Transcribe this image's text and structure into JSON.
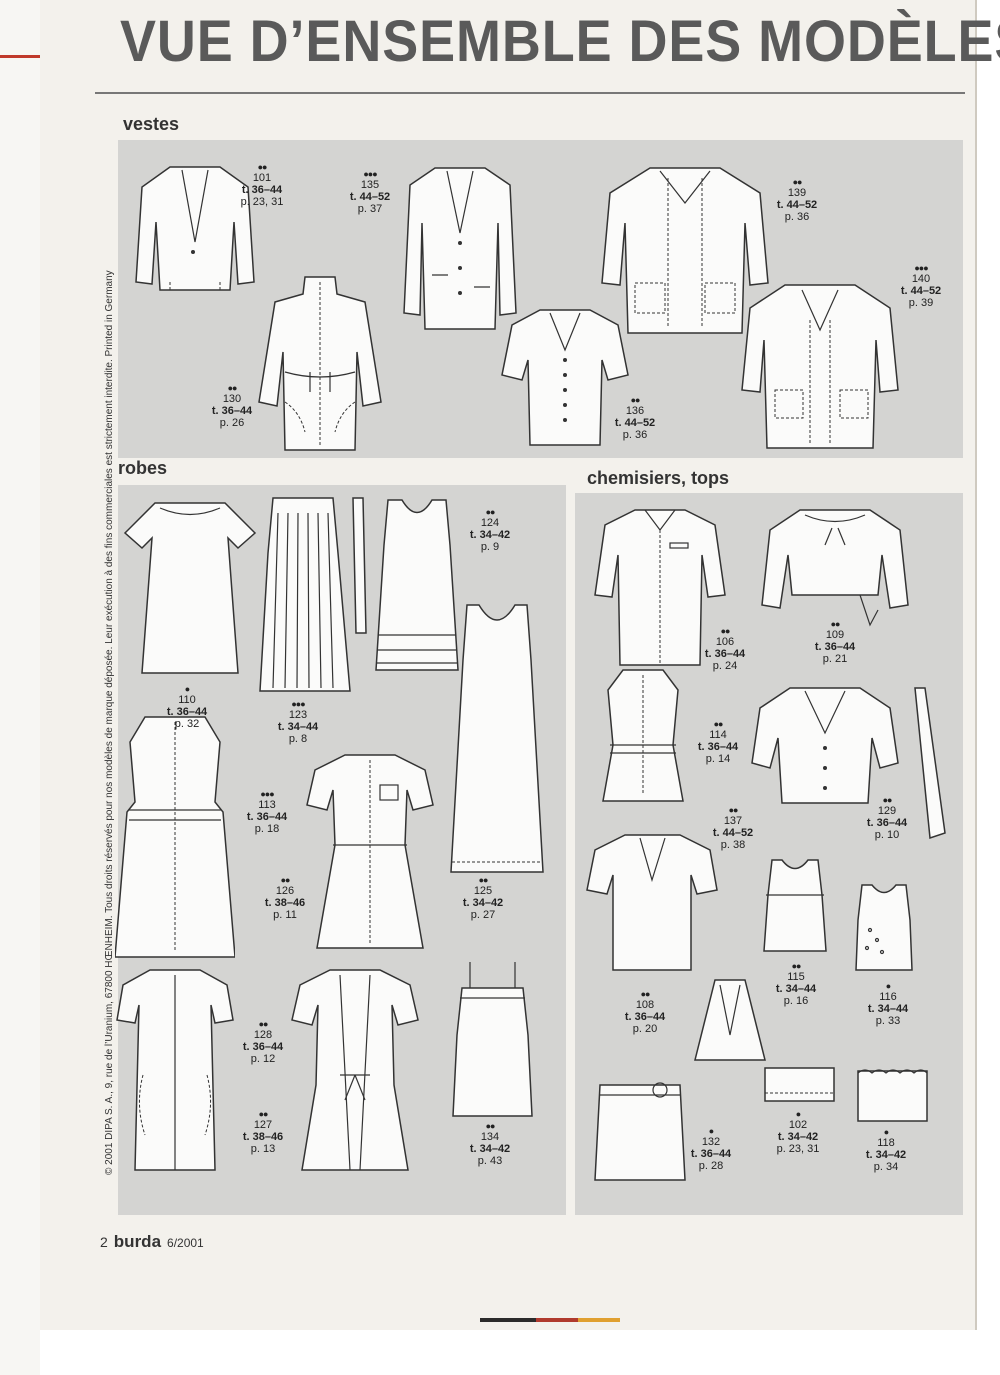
{
  "header": {
    "title": "VUE D’ENSEMBLE DES MODÈLES"
  },
  "sections": {
    "vestes": "vestes",
    "robes": "robes",
    "chemisiers": "chemisiers, tops"
  },
  "models": {
    "m101": {
      "dots": "●●",
      "number": "101",
      "size": "t. 36–44",
      "pages": "p. 23, 31"
    },
    "m135": {
      "dots": "●●●",
      "number": "135",
      "size": "t. 44–52",
      "pages": "p. 37"
    },
    "m139": {
      "dots": "●●",
      "number": "139",
      "size": "t. 44–52",
      "pages": "p. 36"
    },
    "m140": {
      "dots": "●●●",
      "number": "140",
      "size": "t. 44–52",
      "pages": "p. 39"
    },
    "m130": {
      "dots": "●●",
      "number": "130",
      "size": "t. 36–44",
      "pages": "p. 26"
    },
    "m136": {
      "dots": "●●",
      "number": "136",
      "size": "t. 44–52",
      "pages": "p. 36"
    },
    "m124": {
      "dots": "●●",
      "number": "124",
      "size": "t. 34–42",
      "pages": "p. 9"
    },
    "m110": {
      "dots": "●",
      "number": "110",
      "size": "t. 36–44",
      "pages": "p. 32"
    },
    "m123": {
      "dots": "●●●",
      "number": "123",
      "size": "t. 34–44",
      "pages": "p. 8"
    },
    "m113": {
      "dots": "●●●",
      "number": "113",
      "size": "t. 36–44",
      "pages": "p. 18"
    },
    "m126": {
      "dots": "●●",
      "number": "126",
      "size": "t. 38–46",
      "pages": "p. 11"
    },
    "m125": {
      "dots": "●●",
      "number": "125",
      "size": "t. 34–42",
      "pages": "p. 27"
    },
    "m128": {
      "dots": "●●",
      "number": "128",
      "size": "t. 36–44",
      "pages": "p. 12"
    },
    "m127": {
      "dots": "●●",
      "number": "127",
      "size": "t. 38–46",
      "pages": "p. 13"
    },
    "m134": {
      "dots": "●●",
      "number": "134",
      "size": "t. 34–42",
      "pages": "p. 43"
    },
    "m106": {
      "dots": "●●",
      "number": "106",
      "size": "t. 36–44",
      "pages": "p. 24"
    },
    "m109": {
      "dots": "●●",
      "number": "109",
      "size": "t. 36–44",
      "pages": "p. 21"
    },
    "m114": {
      "dots": "●●",
      "number": "114",
      "size": "t. 36–44",
      "pages": "p. 14"
    },
    "m129": {
      "dots": "●●",
      "number": "129",
      "size": "t. 36–44",
      "pages": "p. 10"
    },
    "m137": {
      "dots": "●●",
      "number": "137",
      "size": "t. 44–52",
      "pages": "p. 38"
    },
    "m108": {
      "dots": "●●",
      "number": "108",
      "size": "t. 36–44",
      "pages": "p. 20"
    },
    "m115": {
      "dots": "●●",
      "number": "115",
      "size": "t. 34–44",
      "pages": "p. 16"
    },
    "m116": {
      "dots": "●",
      "number": "116",
      "size": "t. 34–44",
      "pages": "p. 33"
    },
    "m132": {
      "dots": "●",
      "number": "132",
      "size": "t. 36–44",
      "pages": "p. 28"
    },
    "m102": {
      "dots": "●",
      "number": "102",
      "size": "t. 34–42",
      "pages": "p. 23, 31"
    },
    "m118": {
      "dots": "●",
      "number": "118",
      "size": "t. 34–42",
      "pages": "p. 34"
    }
  },
  "copyright": "© 2001 DIPA S. A., 9, rue de l’Uranium, 67800 HŒNHEIM. Tous droits réservés pour nos modèles de marque déposée. Leur exécution à des fins commerciales est strictement interdite. Printed in Germany",
  "footer": {
    "page_number": "2",
    "brand": "burda",
    "issue": "6/2001"
  }
}
